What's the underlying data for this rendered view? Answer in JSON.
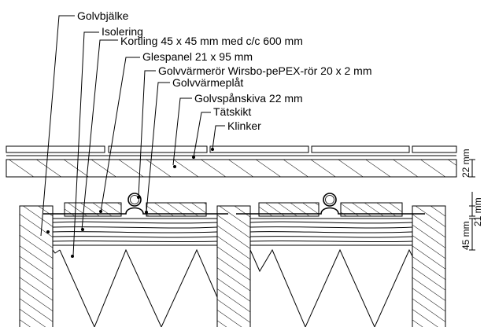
{
  "labels": {
    "golvbjalke": "Golvbjälke",
    "isolering": "Isolering",
    "kortling": "Kortling 45 x 45 mm med c/c 600 mm",
    "glespanel": "Glespanel 21 x 95 mm",
    "golvvarmeror": "Golvvärmerör Wirsbo-pePEX-rör 20 x 2 mm",
    "golvvarmeplat": "Golvvärmeplåt",
    "golvspanskiva": "Golvspånskiva 22 mm",
    "tatskikt": "Tätskikt",
    "klinker": "Klinker"
  },
  "dimensions": {
    "d22": "22 mm",
    "d21": "21 mm",
    "d45": "45 mm"
  }
}
